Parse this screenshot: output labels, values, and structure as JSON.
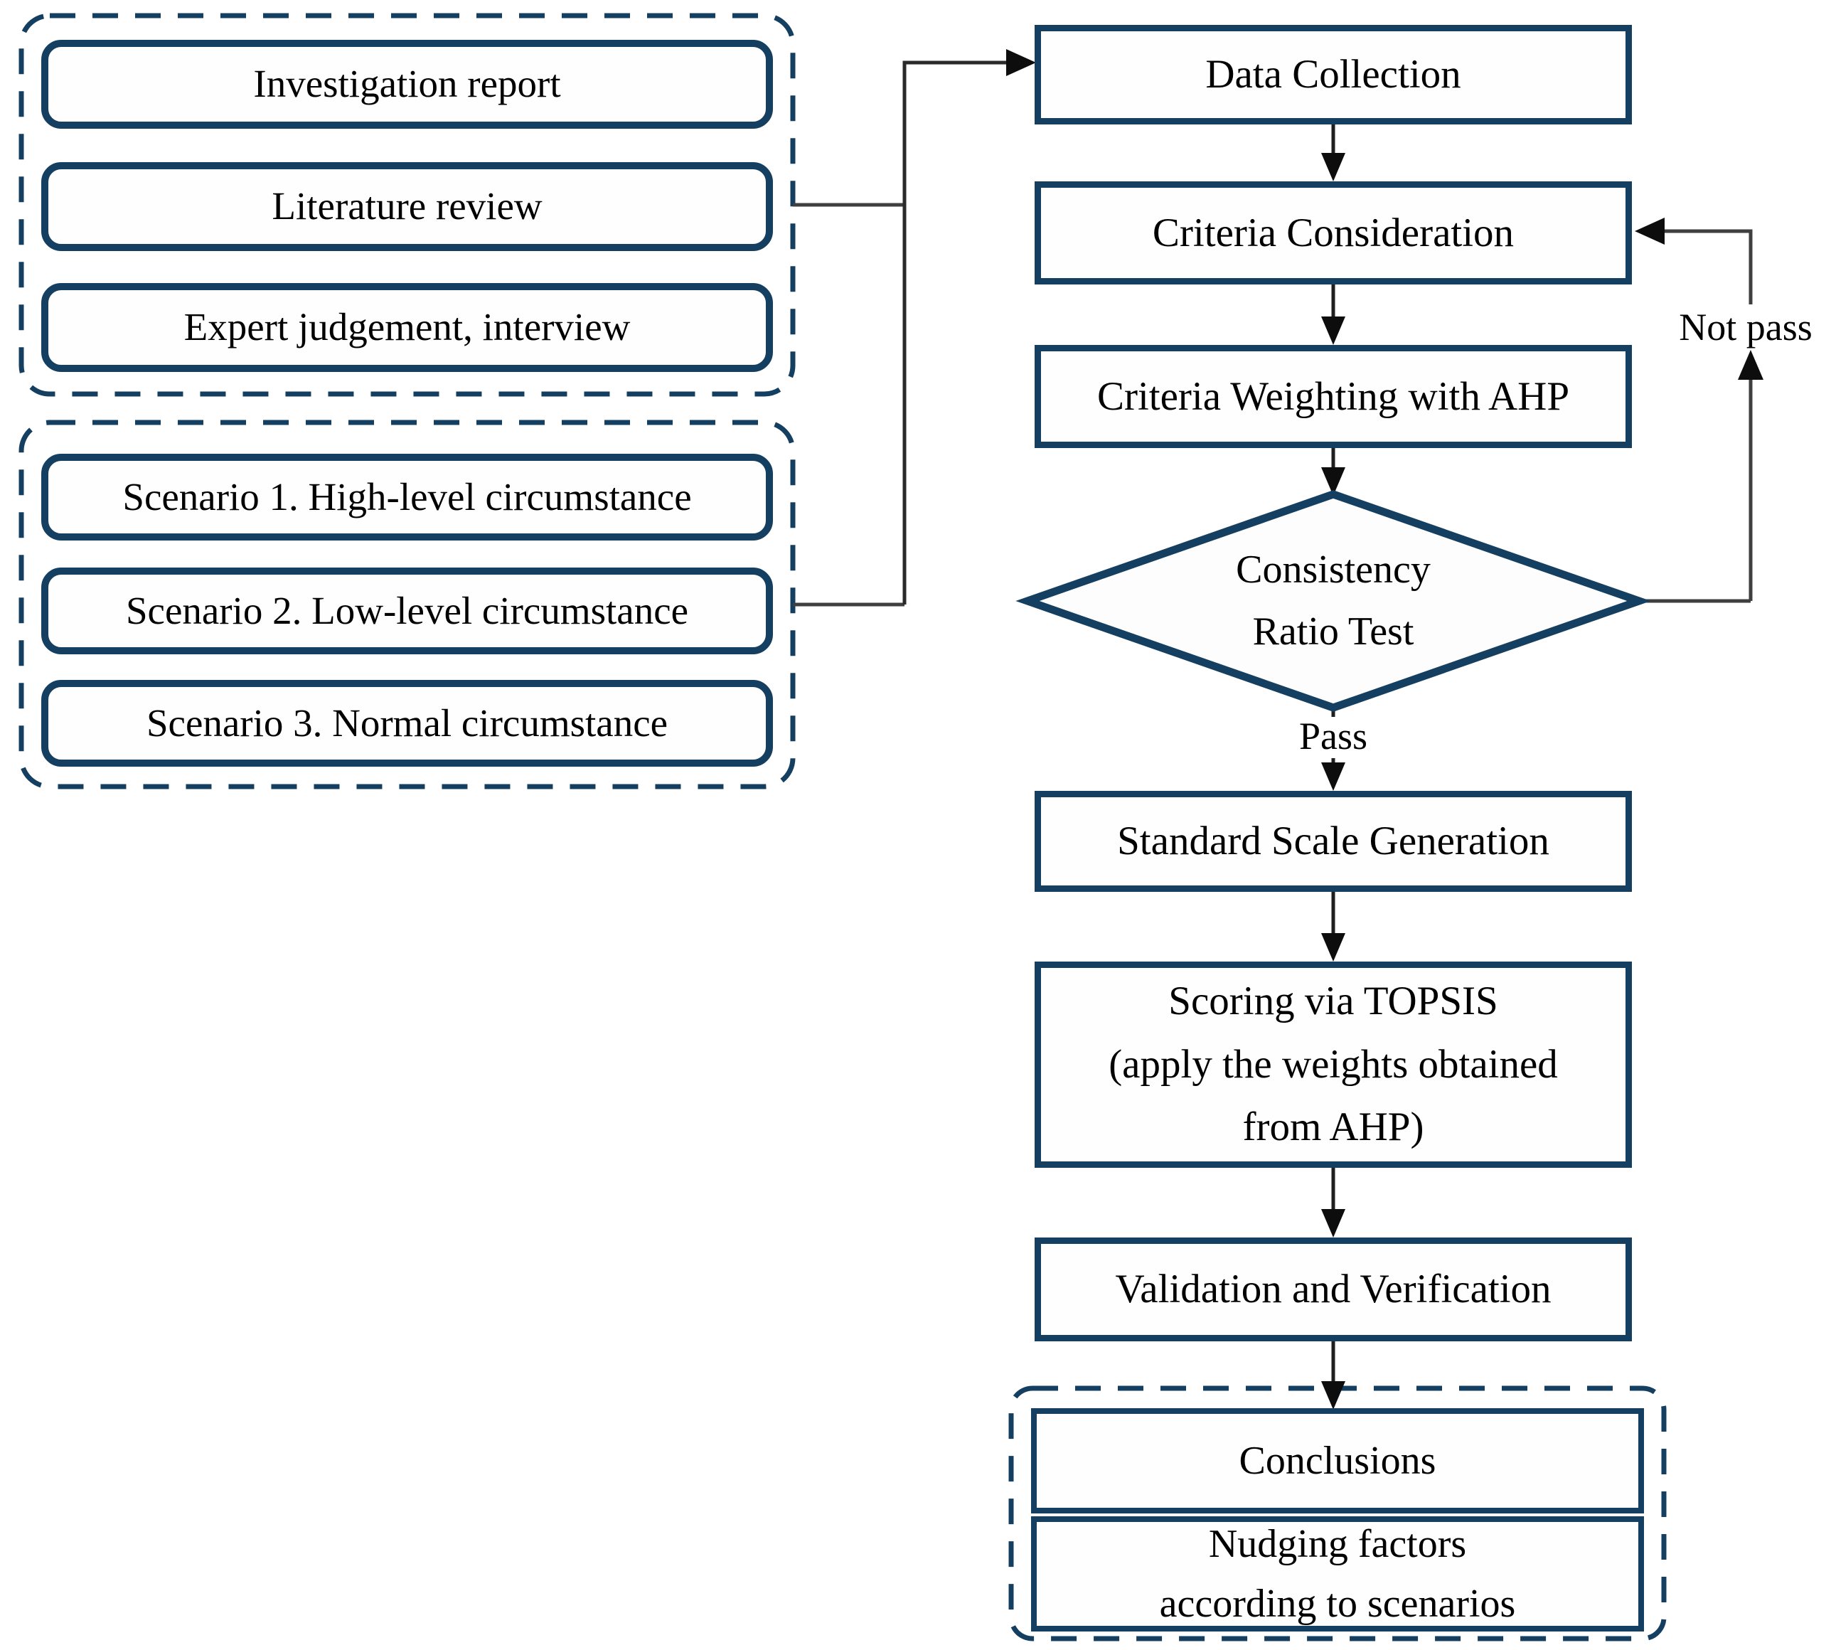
{
  "colors": {
    "border_navy": "#153f60",
    "connector_gray": "#3f3f3f",
    "flow_black": "#1f1f1f",
    "arrow_black": "#0d0d0d",
    "background": "#ffffff",
    "box_fill": "#fefefe",
    "text": "#000000"
  },
  "sources_group": {
    "items": [
      {
        "label": "Investigation report"
      },
      {
        "label": "Literature review"
      },
      {
        "label": "Expert judgement, interview"
      }
    ]
  },
  "scenarios_group": {
    "items": [
      {
        "label": "Scenario 1. High-level circumstance"
      },
      {
        "label": "Scenario 2. Low-level circumstance"
      },
      {
        "label": "Scenario 3. Normal circumstance"
      }
    ]
  },
  "flow": {
    "data_collection": "Data Collection",
    "criteria_consideration": "Criteria Consideration",
    "criteria_weighting": "Criteria Weighting with AHP",
    "decision": "Consistency\nRatio Test",
    "pass_label": "Pass",
    "not_pass_label": "Not pass",
    "standard_scale": "Standard Scale Generation",
    "scoring": "Scoring via TOPSIS\n(apply the weights obtained\nfrom AHP)",
    "validation": "Validation and Verification",
    "conclusions": "Conclusions",
    "nudging_factors": "Nudging factors\naccording to scenarios"
  }
}
